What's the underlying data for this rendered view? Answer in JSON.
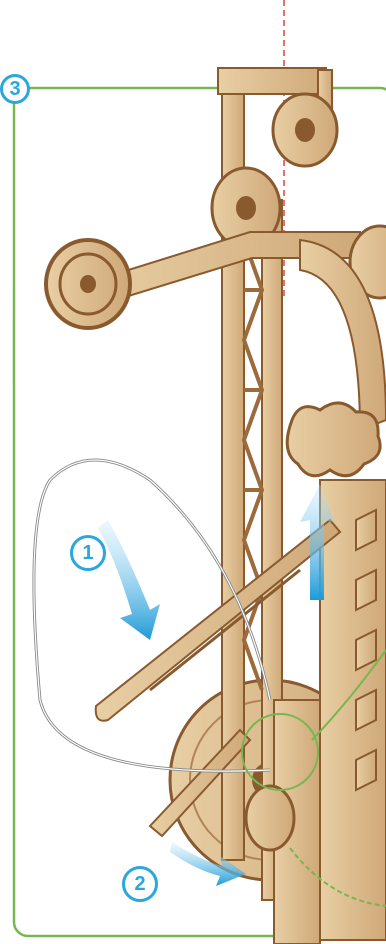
{
  "step_number": "3",
  "callouts": [
    "1",
    "2"
  ],
  "colors": {
    "frame": "#76b752",
    "accent": "#2aa7dd",
    "wood": "#d9b88a",
    "wood_dark": "#8a5a2f",
    "axis": "#e0403a"
  }
}
